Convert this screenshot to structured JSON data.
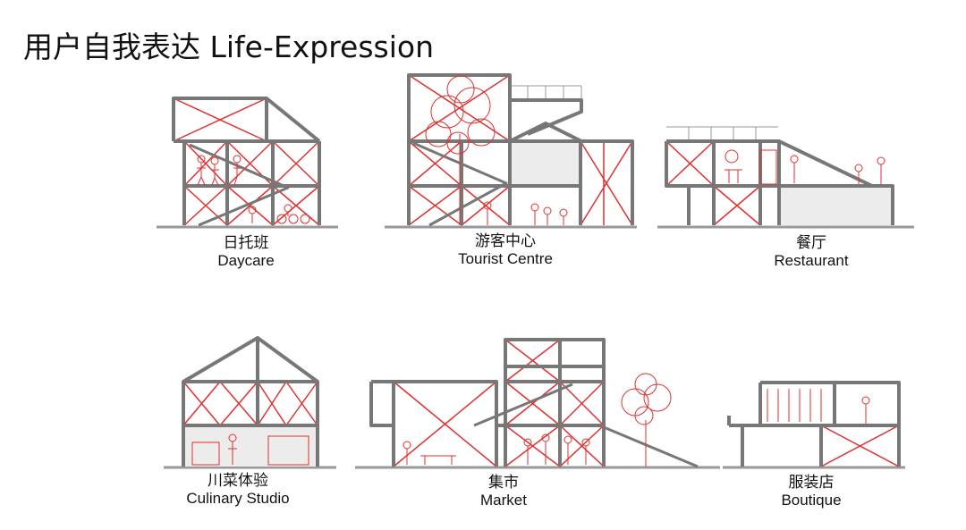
{
  "title": "用户自我表达 Life-Expression",
  "colors": {
    "frame": "#777777",
    "brace": "#e03030",
    "infill": "#ececec"
  },
  "sections": [
    {
      "zh": "日托班",
      "en": "Daycare"
    },
    {
      "zh": "游客中心",
      "en": "Tourist Centre"
    },
    {
      "zh": "餐厅",
      "en": "Restaurant"
    },
    {
      "zh": "川菜体验",
      "en": "Culinary Studio"
    },
    {
      "zh": "集市",
      "en": "Market"
    },
    {
      "zh": "服装店",
      "en": "Boutique"
    }
  ]
}
